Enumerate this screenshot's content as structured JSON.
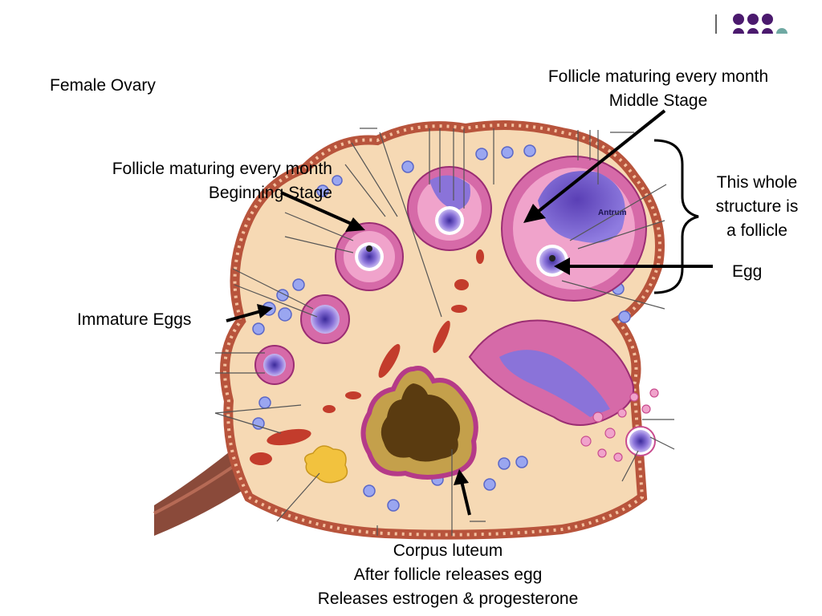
{
  "slide": {
    "title": "Female Ovary",
    "labels": {
      "middle_stage": [
        "Follicle maturing every month",
        "Middle Stage"
      ],
      "beginning_stage": [
        "Follicle maturing every month",
        "Beginning Stage"
      ],
      "whole_structure": [
        "This whole",
        "structure is",
        "a follicle"
      ],
      "egg": "Egg",
      "immature_eggs": "Immature Eggs",
      "corpus_luteum": [
        "Corpus luteum",
        "After follicle releases egg",
        "Releases estrogen & progesterone"
      ],
      "antrum": "Antrum"
    }
  },
  "colors": {
    "accent_purple": "#4b1a6e",
    "accent_teal": "#6fa9a3",
    "stroma": "#f6d9b4",
    "follicle_pink": "#d66aa8",
    "egg_violet": "#7e62d2",
    "corpus_gold": "#c4a04b",
    "vessel_red": "#c33c2c"
  }
}
